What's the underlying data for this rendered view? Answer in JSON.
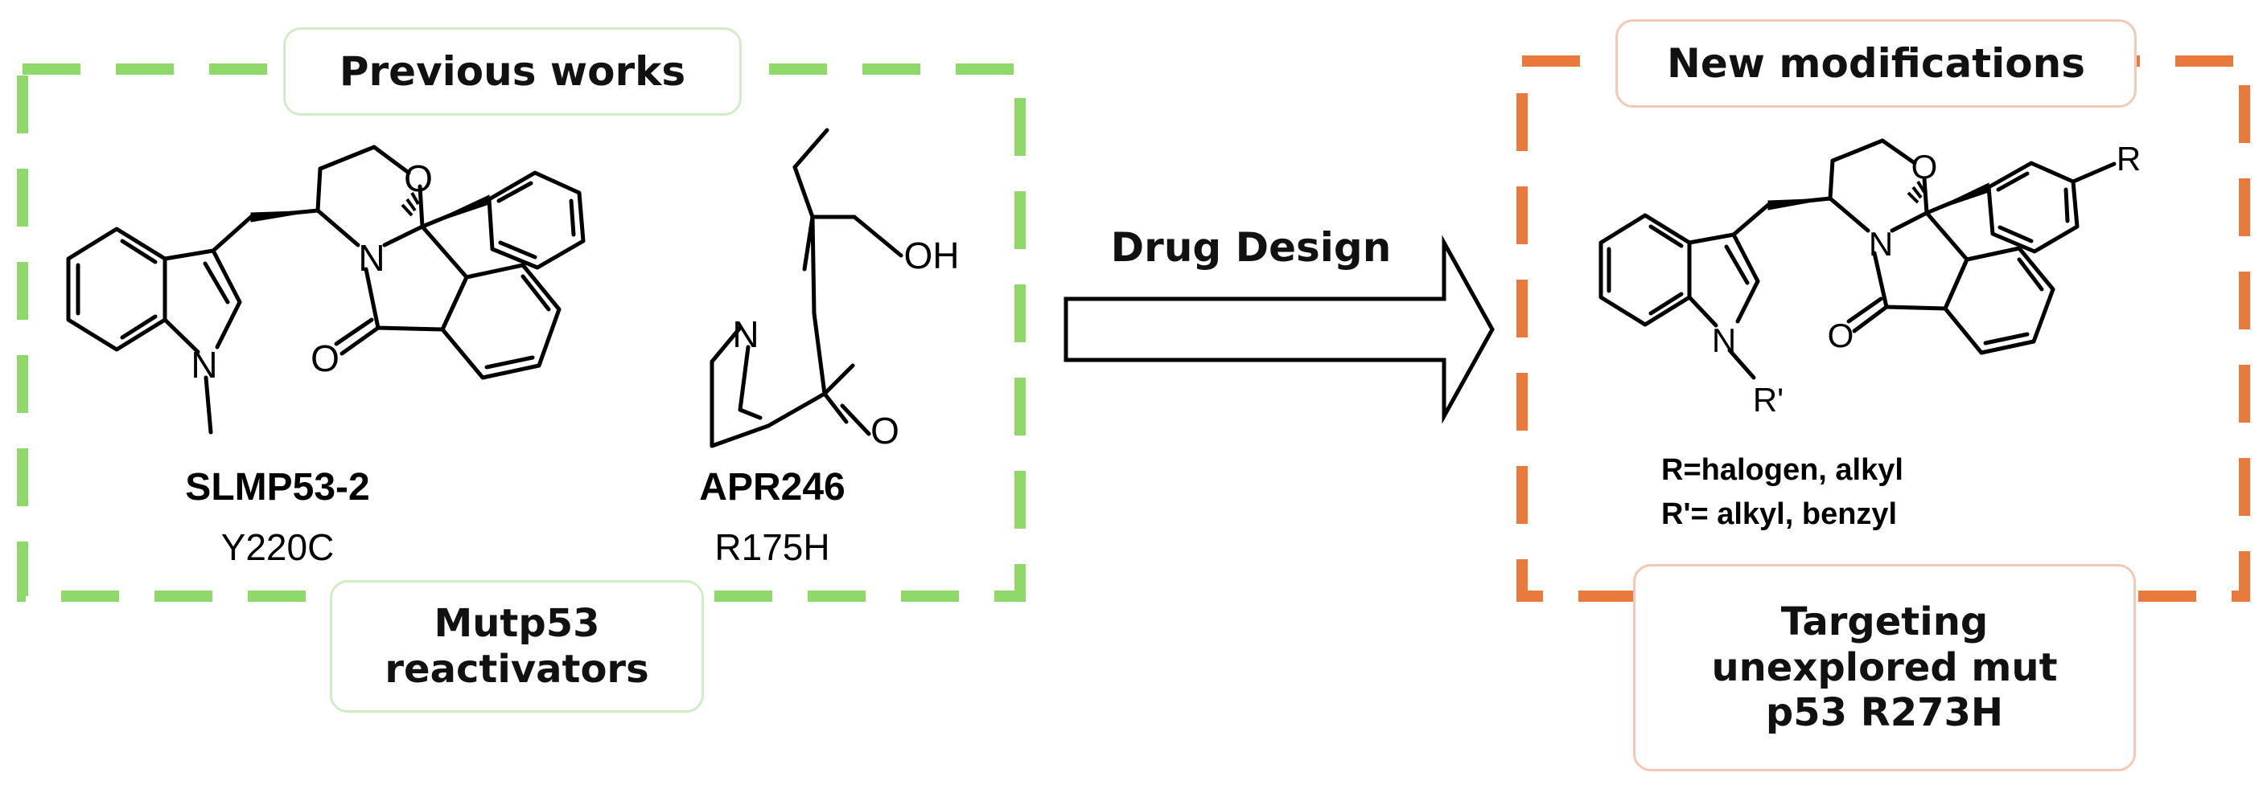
{
  "left_panel": {
    "title": "Previous works",
    "footer": "Mutp53 reactivators",
    "frame_color": "#8fd96a",
    "compounds": [
      {
        "name": "SLMP53-2",
        "target": "Y220C"
      },
      {
        "name": "APR246",
        "target": "R175H"
      }
    ]
  },
  "arrow": {
    "label": "Drug Design"
  },
  "right_panel": {
    "title": "New modifications",
    "footer": "Targeting unexplored mut p53 R273H",
    "frame_color": "#ea7a3c",
    "substituents": [
      "R=halogen, alkyl",
      "R'= alkyl, benzyl"
    ]
  },
  "atoms": {
    "slmp": {
      "O": "O",
      "N_ring": "N",
      "O_carbonyl": "O",
      "N_indole": "N"
    },
    "apr": {
      "N": "N",
      "OH": "OH",
      "O_carbonyl": "O"
    },
    "newmod": {
      "O": "O",
      "N_ring": "N",
      "O_carbonyl": "O",
      "N_indole": "N",
      "R": "R",
      "R_prime": "R'"
    }
  }
}
